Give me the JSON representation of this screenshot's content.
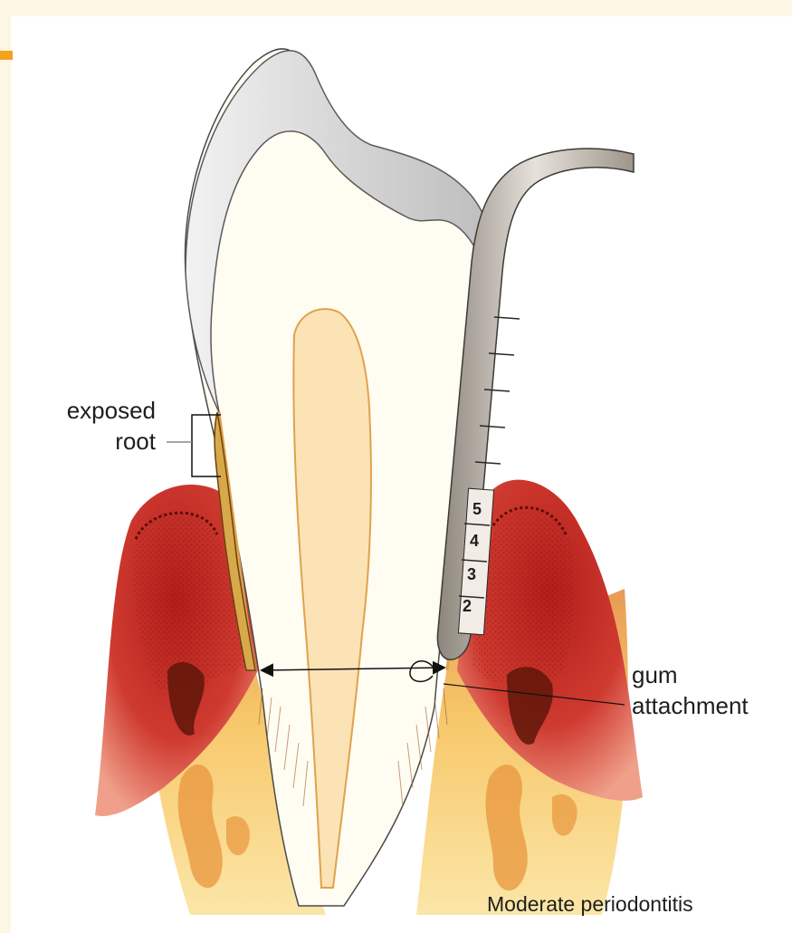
{
  "labels": {
    "exposed_root_line1": "exposed",
    "exposed_root_line2": "root",
    "gum_attachment_line1": "gum",
    "gum_attachment_line2": "attachment",
    "caption": "Moderate periodontitis"
  },
  "probe_markings": [
    "5",
    "4",
    "3",
    "2"
  ],
  "colors": {
    "enamel": "#d9d9d9",
    "dentin": "#fffdf2",
    "pulp": "#fbe3b6",
    "gum": "#c8302a",
    "bone": "#f3c560",
    "probe": "#b9b0a6",
    "accent_bar": "#f4a21c"
  }
}
